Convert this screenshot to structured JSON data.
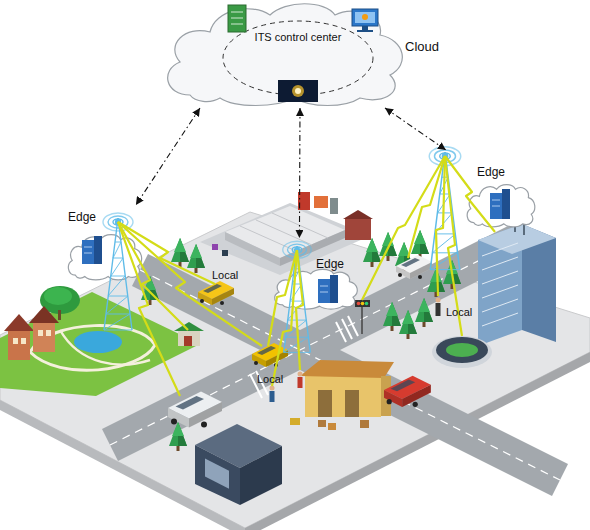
{
  "diagram": {
    "nodes": [
      {
        "text": [
          "Cloud"
        ]
      },
      {
        "text": [
          "ITS control center"
        ],
        "in": 0
      },
      {
        "text": [
          "Edge"
        ]
      },
      {
        "text": [
          "Edge"
        ]
      },
      {
        "text": [
          "Edge"
        ]
      }
    ],
    "edges": [
      {
        "from": 0,
        "to": 2,
        "arrow": "both"
      },
      {
        "from": 0,
        "to": 3,
        "arrow": "both"
      },
      {
        "from": 0,
        "to": 4,
        "arrow": "both"
      }
    ],
    "labels": [
      "Local",
      "Local",
      "Local"
    ]
  }
}
